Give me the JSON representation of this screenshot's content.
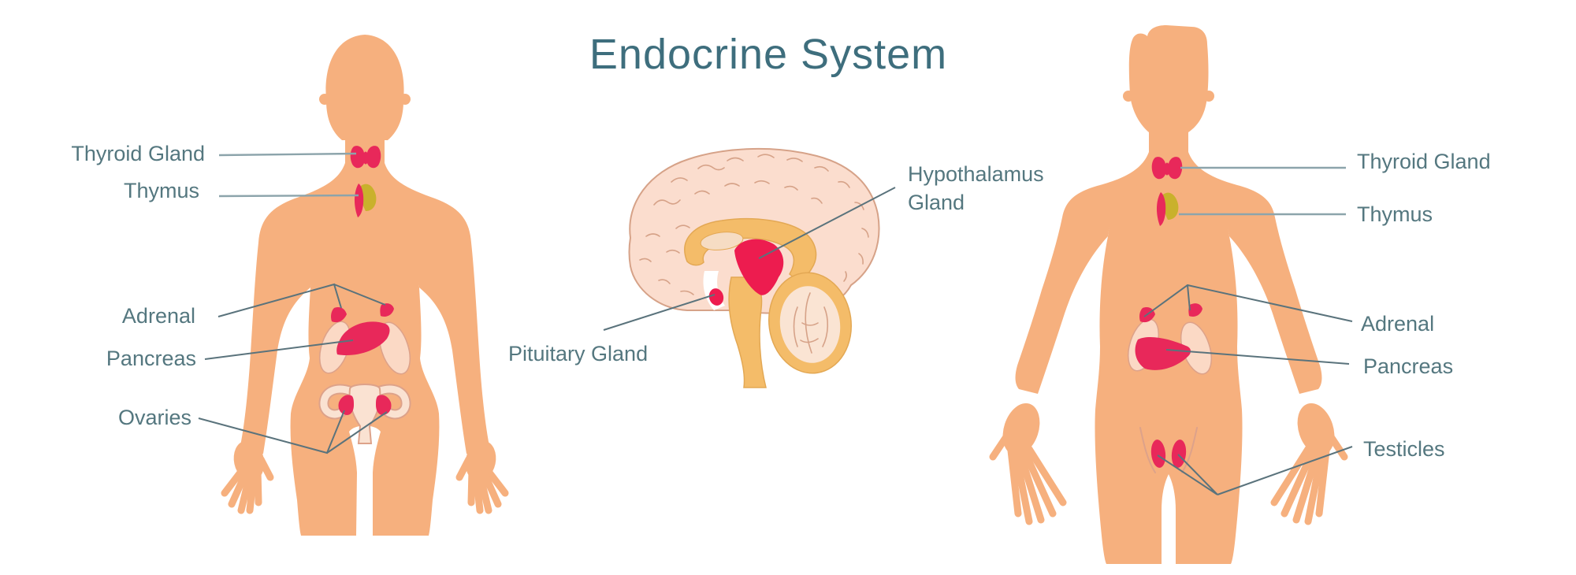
{
  "title": "Endocrine System",
  "labels": {
    "left": {
      "thyroid": "Thyroid Gland",
      "thymus": "Thymus",
      "adrenal": "Adrenal",
      "pancreas": "Pancreas",
      "ovaries": "Ovaries"
    },
    "center": {
      "hypothalamus": "Hypothalamus Gland",
      "pituitary": "Pituitary Gland"
    },
    "right": {
      "thyroid": "Thyroid Gland",
      "thymus": "Thymus",
      "adrenal": "Adrenal",
      "pancreas": "Pancreas",
      "testicles": "Testicles"
    }
  },
  "colors": {
    "skin": "#F6B07E",
    "gland_red": "#E8285A",
    "bright_red": "#ED1C4F",
    "thymus_gold": "#C9B12C",
    "organ_pale": "#FBD9C5",
    "organ_outline": "#DDA28A",
    "uterus_fill": "#FAE2D2",
    "brain_fill": "#FBDDCE",
    "brain_line": "#D6A288",
    "orange": "#F4BC69",
    "orange_line": "#E3A854",
    "cerebellum_fill": "#FAE4D3",
    "ventricle": "#F6DCC3",
    "label_text": "#54777F",
    "title_text": "#3E6E7D",
    "leader_light": "#8CA4AB",
    "leader_dark": "#5A737C"
  }
}
